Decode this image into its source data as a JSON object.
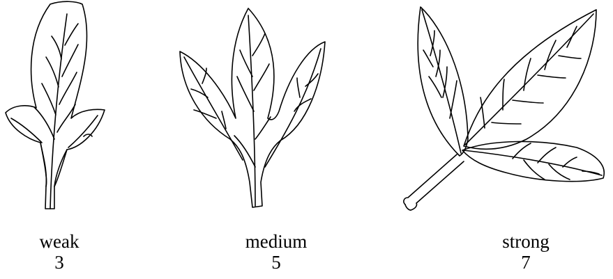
{
  "illustrations": [
    {
      "icon": "three-lobed-leaf-weak-icon",
      "label": "weak",
      "value": "3"
    },
    {
      "icon": "three-lobed-leaf-medium-icon",
      "label": "medium",
      "value": "5"
    },
    {
      "icon": "trifoliate-leaf-strong-icon",
      "label": "strong",
      "value": "7"
    }
  ]
}
